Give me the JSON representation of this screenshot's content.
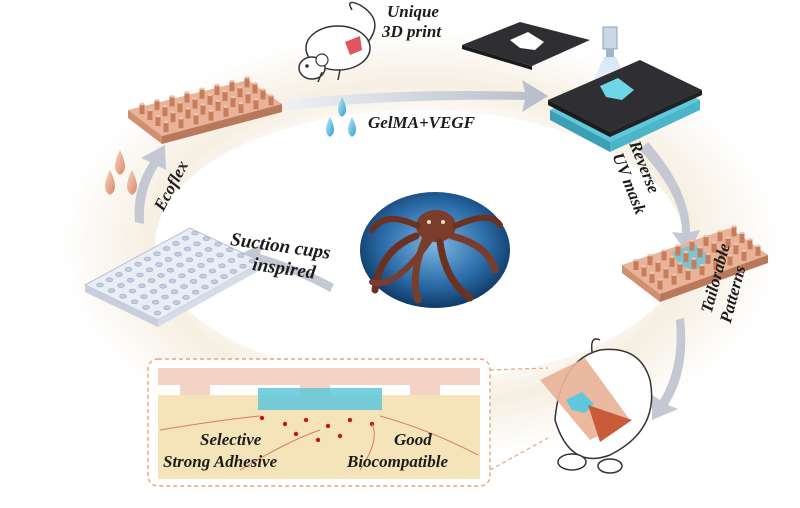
{
  "labels": {
    "unique": "Unique",
    "print3d": "3D print",
    "gelma": "GelMA+VEGF",
    "reverse": "Reverse",
    "uvmask": "UV mask",
    "tailorable": "Tailorable",
    "patterns": "Patterns",
    "ecoflex": "Ecoflex",
    "suction": "Suction cups",
    "inspired": "inspired",
    "selective": "Selective",
    "strong": "Strong Adhesive",
    "good": "Good",
    "biocompatible": "Biocompatible"
  },
  "colors": {
    "ring": "#f6efe2",
    "arrow": "#c9cdd6",
    "copper": "#e2a486",
    "copper_dark": "#b9785b",
    "glass": "#dfe6f1",
    "hydrogel": "#5ec8dc",
    "mask": "#2f2f33",
    "octopus_bg": "#1e5c96",
    "tissue": "#f5e3b9",
    "blood": "#c01818",
    "callout_border": "#e1a77e"
  },
  "icons": [
    "mouse-icon",
    "droplet-icon",
    "uv-lamp-icon",
    "octopus-icon"
  ]
}
